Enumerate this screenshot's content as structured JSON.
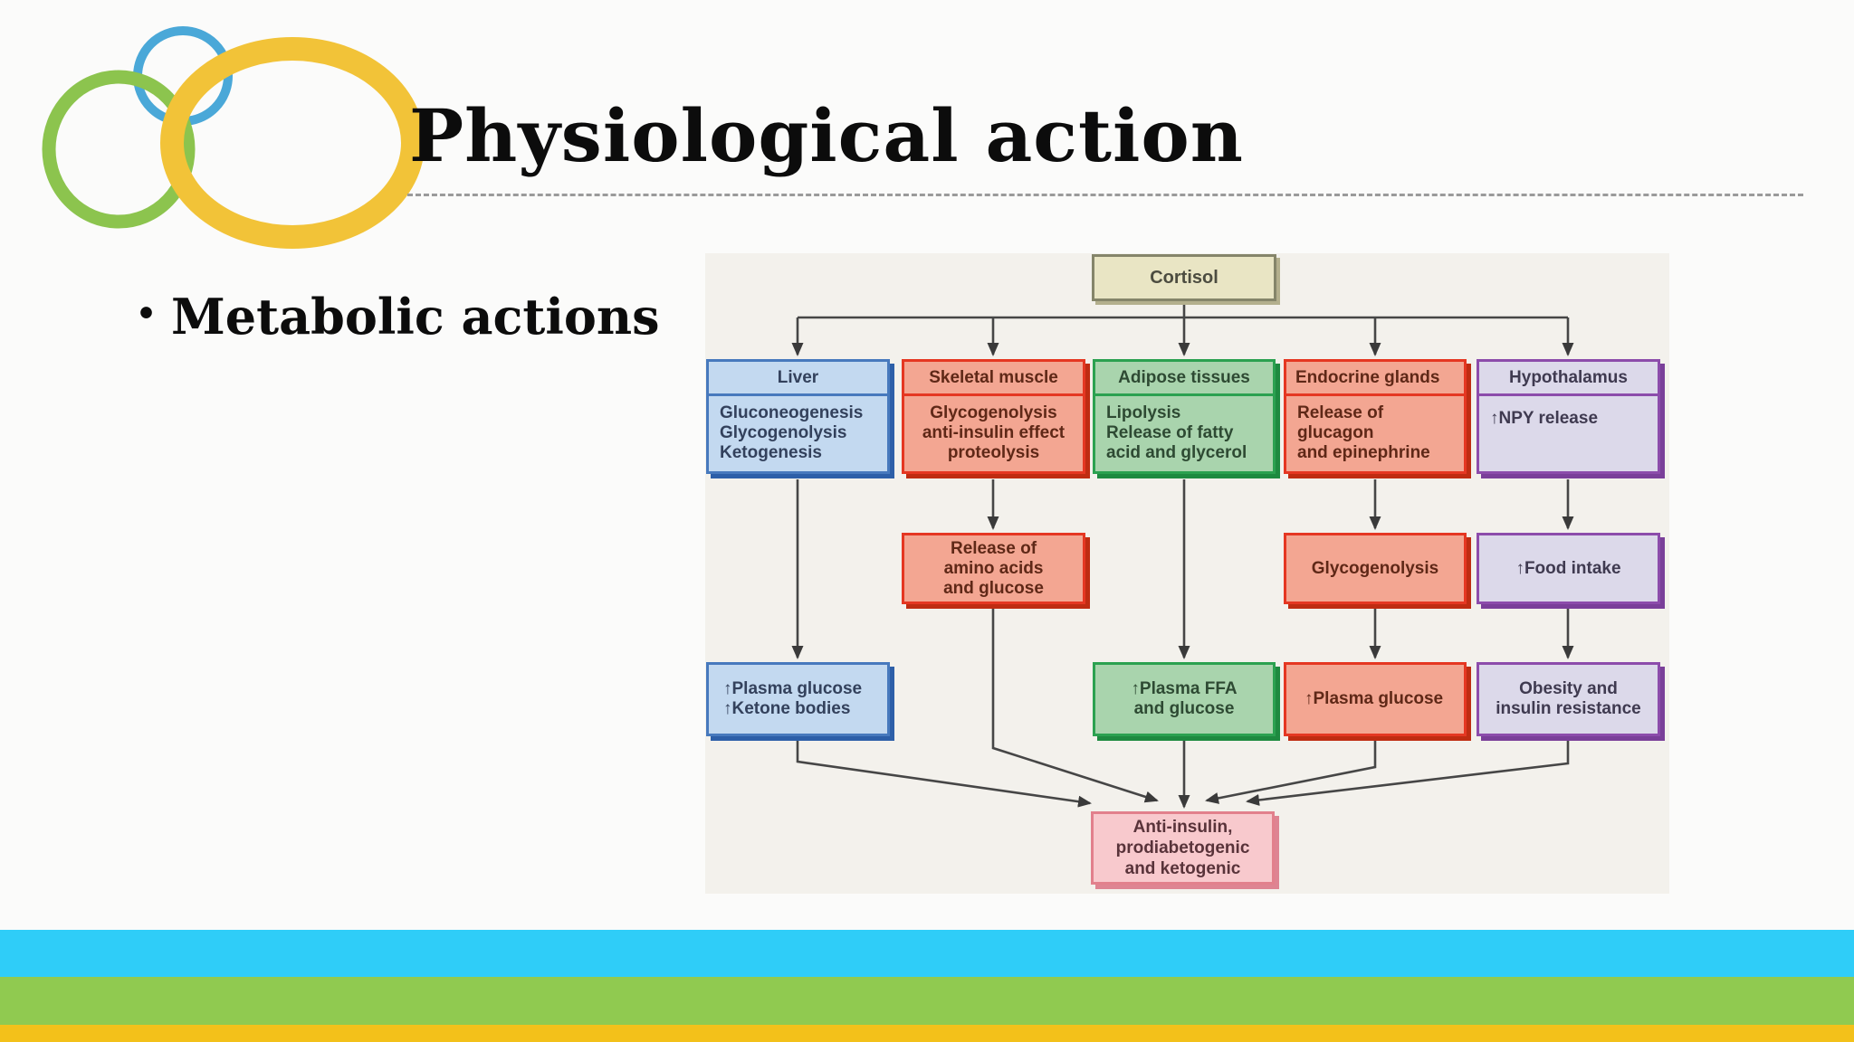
{
  "slide": {
    "title": "Physiological action",
    "bullet_marker": "•",
    "bullet": "Metabolic actions"
  },
  "logo": {
    "rings": [
      "blue-ring",
      "green-ring",
      "yellow-ring"
    ],
    "colors": {
      "blue": "#4aa8d8",
      "green": "#8cc44e",
      "yellow": "#f2c338"
    }
  },
  "palette": {
    "khaki": {
      "fill": "#e9e5c4",
      "border": "#85856a"
    },
    "blue": {
      "fill": "#c3d9f0",
      "border": "#4779bd"
    },
    "salmon": {
      "fill": "#f3a692",
      "border": "#e53722"
    },
    "green": {
      "fill": "#a9d4ad",
      "border": "#2ba150"
    },
    "lavender": {
      "fill": "#dcd9ea",
      "border": "#8c4cab"
    },
    "pink": {
      "fill": "#f8c9cd",
      "border": "#e2808c"
    },
    "connector": "#464646",
    "footer_bars": [
      "#2fcdf8",
      "#90ca50",
      "#f3c11a"
    ]
  },
  "diagram": {
    "cortisol": "Cortisol",
    "liver": {
      "title": "Liver",
      "l1": "Gluconeogenesis",
      "l2": "Glycogenolysis",
      "l3": "Ketogenesis"
    },
    "skeletal": {
      "title": "Skeletal muscle",
      "l1": "Glycogenolysis",
      "l2": "anti-insulin effect",
      "l3": "proteolysis"
    },
    "adipose": {
      "title": "Adipose tissues",
      "l1": "Lipolysis",
      "l2": "Release of fatty",
      "l3": "acid and glycerol"
    },
    "endocrine": {
      "title": "Endocrine glands",
      "l1": "Release of glucagon",
      "l2": "and epinephrine"
    },
    "hypothalamus": {
      "title": "Hypothalamus",
      "l1": "↑NPY release"
    },
    "release_aa": {
      "l1": "Release of",
      "l2": "amino acids",
      "l3": "and glucose"
    },
    "glycogenolysis2": "Glycogenolysis",
    "food_intake": "↑Food intake",
    "plasma_glucose_ketone": {
      "l1": "↑Plasma glucose",
      "l2": "↑Ketone bodies"
    },
    "plasma_ffa": {
      "l1": "↑Plasma FFA",
      "l2": "and glucose"
    },
    "plasma_glucose2": "↑Plasma glucose",
    "obesity": {
      "l1": "Obesity and",
      "l2": "insulin resistance"
    },
    "final": {
      "l1": "Anti-insulin,",
      "l2": "prodiabetogenic",
      "l3": "and ketogenic"
    }
  }
}
